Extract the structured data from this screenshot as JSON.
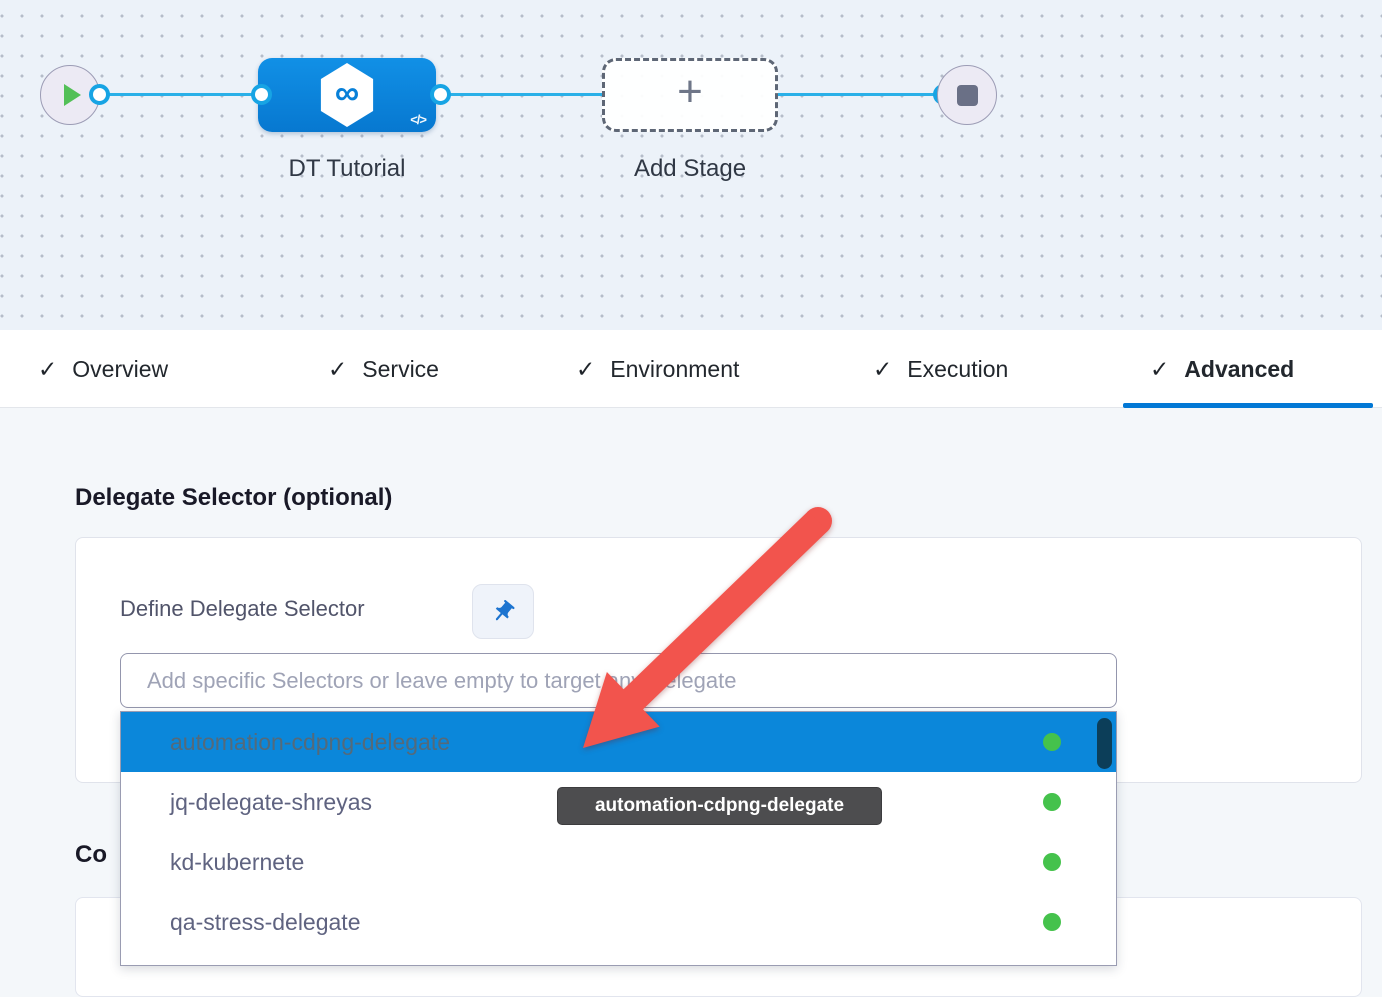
{
  "canvas": {
    "stage": {
      "label": "DT Tutorial",
      "logo_glyph": "∞",
      "code_icon": "</>"
    },
    "add_stage": {
      "label": "Add Stage",
      "plus_glyph": "+"
    }
  },
  "tabs": {
    "check_glyph": "✓",
    "items": [
      {
        "label": "Overview"
      },
      {
        "label": "Service"
      },
      {
        "label": "Environment"
      },
      {
        "label": "Execution"
      },
      {
        "label": "Advanced",
        "active": true
      }
    ]
  },
  "section": {
    "heading": "Delegate Selector (optional)"
  },
  "card": {
    "define_label": "Define Delegate Selector"
  },
  "selector_input": {
    "value": "",
    "placeholder": "Add specific Selectors or leave empty to target any Delegate"
  },
  "dropdown": {
    "options": [
      {
        "label": "automation-cdpng-delegate",
        "highlighted": true,
        "status": "connected"
      },
      {
        "label": "jq-delegate-shreyas",
        "status": "connected"
      },
      {
        "label": "kd-kubernete",
        "status": "connected"
      },
      {
        "label": "qa-stress-delegate",
        "status": "connected"
      }
    ]
  },
  "tooltip": {
    "text": "automation-cdpng-delegate"
  },
  "next_section": {
    "heading_partial": "Co"
  },
  "colors": {
    "accent_blue": "#0278d5",
    "edge_blue": "#2ab0e8",
    "stage_node_blue": "#0880d8",
    "highlight_row_blue": "#0b87da",
    "status_green": "#45c24c",
    "arrow_red": "#f2544d",
    "tooltip_bg": "#4d4d4f",
    "scrollbar_navy": "#0c3e59",
    "canvas_bg": "#ecf2f9",
    "play_green": "#53c057"
  }
}
